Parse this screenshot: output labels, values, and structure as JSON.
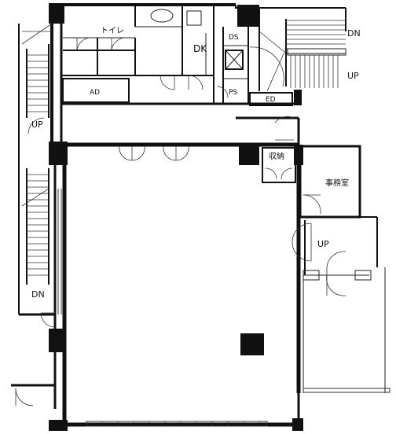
{
  "labels": {
    "toilet": "トイレ",
    "dk": "DK",
    "ds": "DS",
    "ps": "PS",
    "ed": "ED",
    "ad": "AD",
    "dn_top": "DN",
    "up_top": "UP",
    "up_left": "UP",
    "dn_left": "DN",
    "storage": "収納",
    "office": "事務室",
    "up_entrance": "UP"
  }
}
